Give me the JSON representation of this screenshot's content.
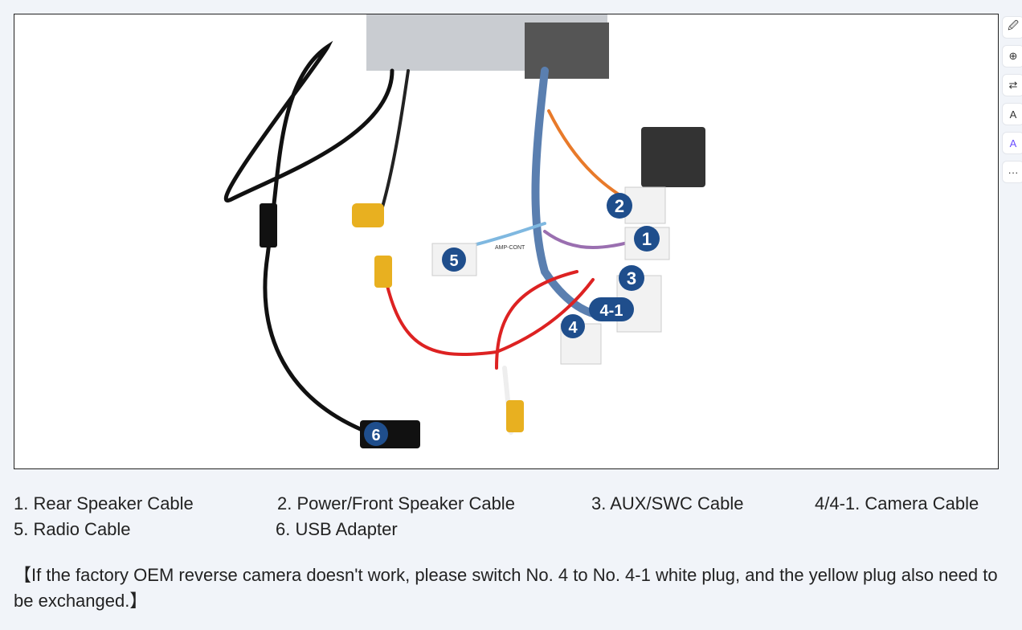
{
  "photo": {
    "badges": [
      "1",
      "2",
      "3",
      "4",
      "4-1",
      "5",
      "6"
    ],
    "small_label": "AMP-CONT",
    "badge_color": "#1f4e8c"
  },
  "toolbar": [
    {
      "icon": "image-edit-icon",
      "glyph": "🖉"
    },
    {
      "icon": "zoom-in-icon",
      "glyph": "⊕"
    },
    {
      "icon": "swap-icon",
      "glyph": "⇄"
    },
    {
      "icon": "text-edit-icon",
      "glyph": "A"
    },
    {
      "icon": "text-recognize-icon",
      "glyph": "A"
    },
    {
      "icon": "more-icon",
      "glyph": "···"
    }
  ],
  "legend": [
    "1. Rear Speaker Cable",
    "2. Power/Front Speaker Cable",
    "3. AUX/SWC Cable",
    "4/4-1. Camera Cable",
    "5. Radio Cable",
    "6. USB Adapter"
  ],
  "note": "【If the factory OEM reverse camera doesn't work, please switch No. 4 to No. 4-1 white plug, and the yellow plug also need to be exchanged.】"
}
